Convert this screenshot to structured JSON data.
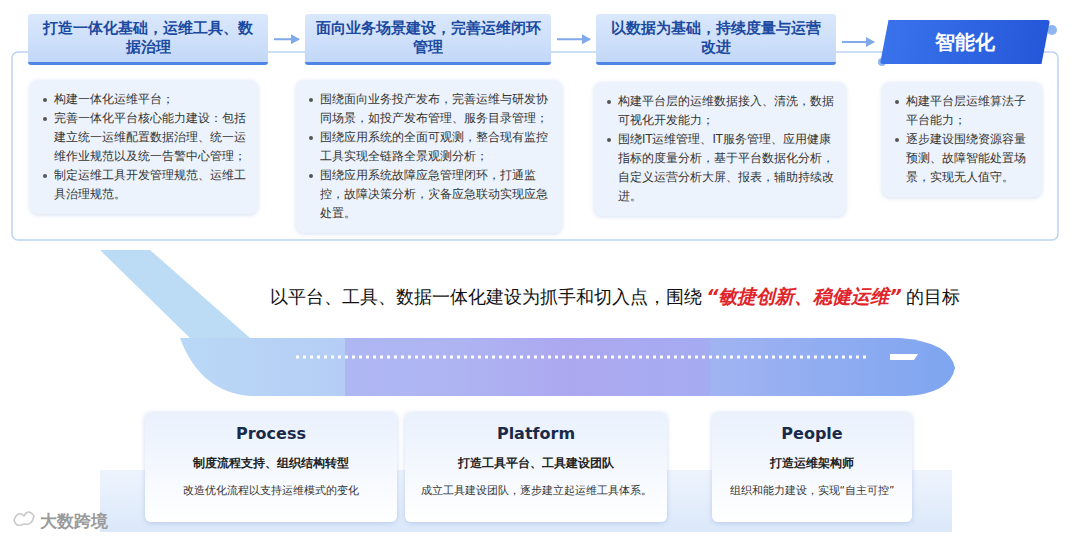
{
  "diagram": {
    "nodes": [
      {
        "text": [
          "打造一体化基础，运维工具、数据治理"
        ]
      },
      {
        "text": [
          "构建一体化运维平台；",
          "完善一体化平台核心能力建设：包括建立统一运维配置数据治理、统一运维作业规范以及统一告警中心管理；",
          "制定运维工具开发管理规范、运维工具治理规范。"
        ]
      },
      {
        "text": [
          "面向业务场景建设，完善运维闭环管理"
        ]
      },
      {
        "text": [
          "围绕面向业务投产发布，完善运维与研发协同场景，如投产发布管理、服务目录管理；",
          "围绕应用系统的全面可观测，整合现有监控工具实现全链路全景观测分析；",
          "围绕应用系统故障应急管理闭环，打通监控，故障决策分析，灾备应急联动实现应急处置。"
        ]
      },
      {
        "text": [
          "以数据为基础，持续度量与运营改进"
        ]
      },
      {
        "text": [
          "构建平台层的运维数据接入、清洗，数据可视化开发能力；",
          "围绕IT运维管理、IT服务管理、应用健康指标的度量分析，基于平台数据化分析，自定义运营分析大屏、报表，辅助持续改进。"
        ]
      },
      {
        "text": [
          "智能化"
        ]
      },
      {
        "text": [
          "构建平台层运维算法子平台能力；",
          "逐步建设围绕资源容量预测、故障智能处置场景，实现无人值守。"
        ]
      },
      {
        "text": [
          "Process",
          "制度流程支持、组织结构转型",
          "改造优化流程以支持运维模式的变化"
        ]
      },
      {
        "text": [
          "Platform",
          "打造工具平台、工具建设团队",
          "成立工具建设团队，逐步建立起运维工具体系。"
        ]
      },
      {
        "text": [
          "People",
          "打造运维架构师",
          "组织和能力建设，实现“自主可控”"
        ]
      }
    ],
    "edges": [
      {
        "from": 0,
        "to": 2,
        "arrow": "to"
      },
      {
        "from": 2,
        "to": 4,
        "arrow": "to"
      },
      {
        "from": 4,
        "to": 6,
        "arrow": "to"
      }
    ],
    "labels": [
      "以平台、工具、数据一体化建设为抓手和切入点，围绕",
      "“敏捷创新、稳健运维”",
      "的目标",
      "大数跨境"
    ]
  }
}
